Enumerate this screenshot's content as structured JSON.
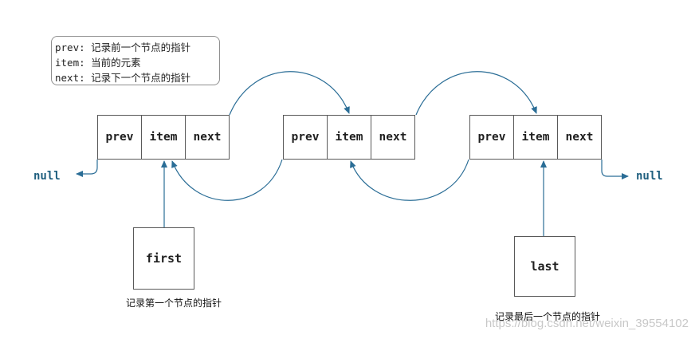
{
  "legend": {
    "line1": "prev: 记录前一个节点的指针",
    "line2": "item: 当前的元素",
    "line3": "next: 记录下一个节点的指针"
  },
  "nodes": [
    {
      "prev": "prev",
      "item": "item",
      "next": "next"
    },
    {
      "prev": "prev",
      "item": "item",
      "next": "next"
    },
    {
      "prev": "prev",
      "item": "item",
      "next": "next"
    }
  ],
  "null_left": "null",
  "null_right": "null",
  "first": {
    "label": "first",
    "caption": "记录第一个节点的指针"
  },
  "last": {
    "label": "last",
    "caption": "记录最后一个节点的指针"
  },
  "watermark": "https://blog.csdn.net/weixin_39554102",
  "colors": {
    "arrow": "#2a6d96",
    "border": "#595959"
  }
}
